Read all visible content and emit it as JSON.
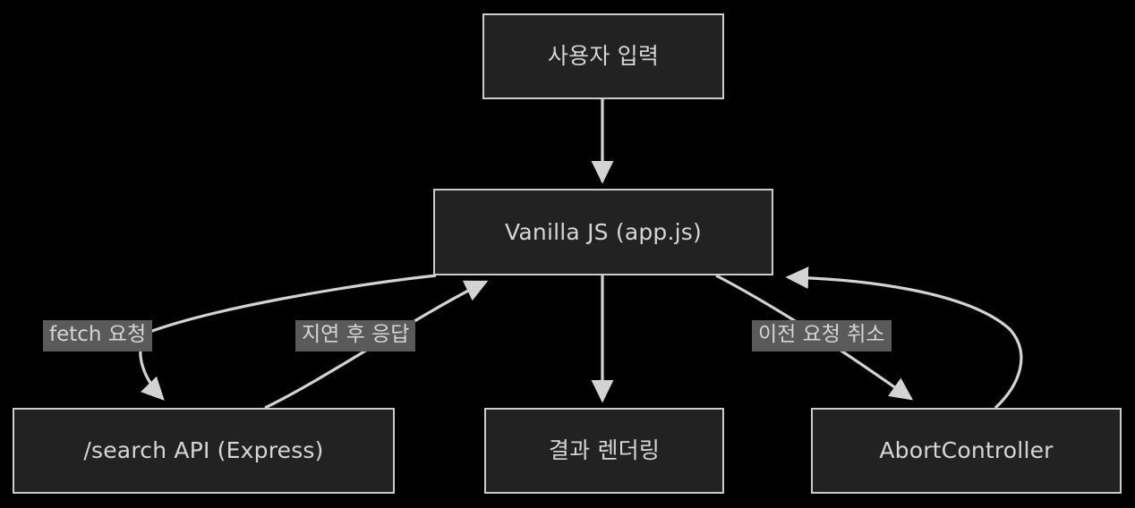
{
  "diagram": {
    "title": "",
    "colors": {
      "background": "#000000",
      "node_fill": "#222222",
      "node_stroke": "#cccccc",
      "node_text": "#d6d6d6",
      "edge_stroke": "#d3d3d3",
      "edge_label_bg": "#5a5a5a",
      "edge_label_text": "#d5d5d5"
    },
    "nodes": [
      {
        "id": "user-input",
        "label": "사용자 입력"
      },
      {
        "id": "vanilla-js",
        "label": "Vanilla JS (app.js)"
      },
      {
        "id": "search-api",
        "label": "/search API (Express)"
      },
      {
        "id": "render-result",
        "label": "결과 렌더링"
      },
      {
        "id": "abort-ctrl",
        "label": "AbortController"
      }
    ],
    "edges": [
      {
        "id": "e1",
        "from": "user-input",
        "to": "vanilla-js",
        "label": ""
      },
      {
        "id": "e2",
        "from": "vanilla-js",
        "to": "search-api",
        "label": "fetch 요청"
      },
      {
        "id": "e3",
        "from": "search-api",
        "to": "vanilla-js",
        "label": "지연 후 응답"
      },
      {
        "id": "e4",
        "from": "vanilla-js",
        "to": "render-result",
        "label": ""
      },
      {
        "id": "e5",
        "from": "vanilla-js",
        "to": "abort-ctrl",
        "label": "이전 요청 취소"
      },
      {
        "id": "e6",
        "from": "abort-ctrl",
        "to": "vanilla-js",
        "label": ""
      }
    ],
    "edge_labels": {
      "fetch_request": "fetch 요청",
      "delayed_reply": "지연 후 응답",
      "cancel_previous": "이전 요청 취소"
    }
  }
}
